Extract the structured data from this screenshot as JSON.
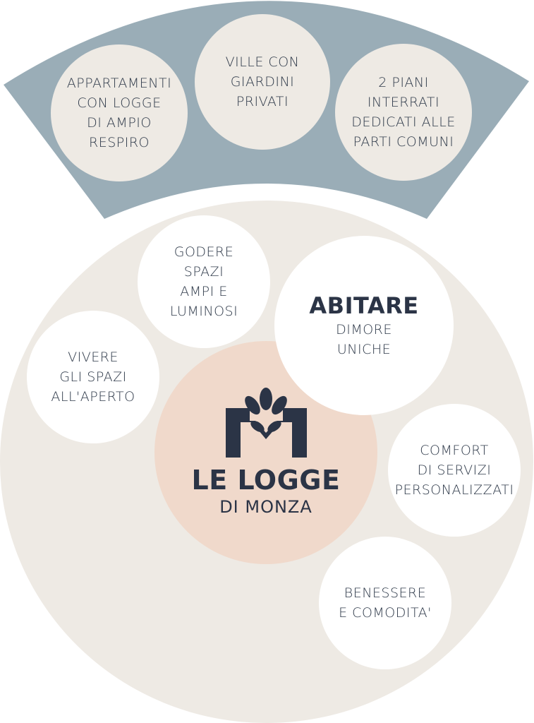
{
  "colors": {
    "band": "#9aadb7",
    "big_circle": "#eeeae4",
    "center": "#f0d9cb",
    "text": "#2f3a4a"
  },
  "top_band": {
    "features": [
      {
        "lines": [
          "APPARTAMENTI",
          "CON LOGGE",
          "DI AMPIO",
          "RESPIRO"
        ]
      },
      {
        "lines": [
          "VILLE CON",
          "GIARDINI",
          "PRIVATI"
        ]
      },
      {
        "lines": [
          "2 PIANI",
          "INTERRATI",
          "DEDICATI ALLE",
          "PARTI COMUNI"
        ]
      }
    ]
  },
  "main": {
    "benefits": {
      "spazi_ampi": {
        "lines": [
          "GODERE",
          "SPAZI",
          "AMPI E",
          "LUMINOSI"
        ]
      },
      "aperto": {
        "lines": [
          "VIVERE",
          "GLI SPAZI",
          "ALL'APERTO"
        ]
      },
      "comfort": {
        "lines": [
          "COMFORT",
          "DI SERVIZI",
          "PERSONALIZZATI"
        ]
      },
      "benessere": {
        "lines": [
          "BENESSERE",
          "E COMODITA'"
        ]
      }
    },
    "abitare": {
      "title": "ABITARE",
      "lines": [
        "DIMORE",
        "UNICHE"
      ]
    },
    "brand": {
      "logo_icon": "leaf-m-logo-icon",
      "name": "LE LOGGE",
      "subtitle": "DI MONZA"
    }
  }
}
